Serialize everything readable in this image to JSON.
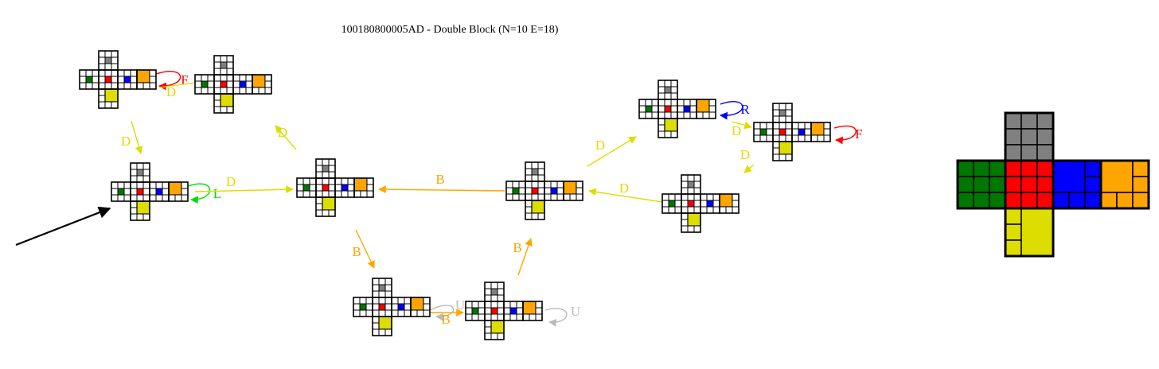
{
  "title": "100180800005AD - Double Block (N=10 E=18)",
  "colors": {
    "gray": "#808080",
    "green": "#007700",
    "red": "#ff0000",
    "blue": "#0000ff",
    "orange": "#ffa500",
    "yellow": "#dddd00",
    "lime": "#00dd00",
    "lightgray": "#bbbbbb",
    "black": "#000000"
  },
  "nodes": [
    {
      "id": "n1",
      "name": "state-node-1"
    },
    {
      "id": "n2",
      "name": "state-node-2"
    },
    {
      "id": "n3",
      "name": "state-node-3-start"
    },
    {
      "id": "n4",
      "name": "state-node-4"
    },
    {
      "id": "n5",
      "name": "state-node-5"
    },
    {
      "id": "n6",
      "name": "state-node-6"
    },
    {
      "id": "n7",
      "name": "state-node-7"
    },
    {
      "id": "n8",
      "name": "state-node-8"
    },
    {
      "id": "n9",
      "name": "state-node-9"
    },
    {
      "id": "n10",
      "name": "state-node-10"
    }
  ],
  "edges": [
    {
      "from": "n1",
      "to": "n1",
      "label": "F",
      "color": "red",
      "loop": true
    },
    {
      "from": "n2",
      "to": "n1",
      "label": "D",
      "color": "yellow"
    },
    {
      "from": "n1",
      "to": "n3",
      "label": "D",
      "color": "yellow"
    },
    {
      "from": "n3",
      "to": "n3",
      "label": "L",
      "color": "lime",
      "loop": true
    },
    {
      "from": "n3",
      "to": "n4",
      "label": "D",
      "color": "yellow"
    },
    {
      "from": "n4",
      "to": "n2",
      "label": "D",
      "color": "yellow"
    },
    {
      "from": "n5",
      "to": "n4",
      "label": "B",
      "color": "orange"
    },
    {
      "from": "n4",
      "to": "n6",
      "label": "B",
      "color": "orange"
    },
    {
      "from": "n6",
      "to": "n6",
      "label": "U",
      "color": "lightgray",
      "loop": true
    },
    {
      "from": "n6",
      "to": "n7",
      "label": "B",
      "color": "orange"
    },
    {
      "from": "n7",
      "to": "n7",
      "label": "U",
      "color": "lightgray",
      "loop": true
    },
    {
      "from": "n7",
      "to": "n5",
      "label": "B",
      "color": "orange"
    },
    {
      "from": "n5",
      "to": "n8",
      "label": "D",
      "color": "yellow"
    },
    {
      "from": "n8",
      "to": "n8",
      "label": "R",
      "color": "blue",
      "loop": true
    },
    {
      "from": "n8",
      "to": "n9",
      "label": "D",
      "color": "yellow"
    },
    {
      "from": "n9",
      "to": "n9",
      "label": "F",
      "color": "red",
      "loop": true
    },
    {
      "from": "n9",
      "to": "n10",
      "label": "D",
      "color": "yellow"
    },
    {
      "from": "n10",
      "to": "n5",
      "label": "D",
      "color": "yellow"
    }
  ],
  "start_arrow": {
    "to": "n3",
    "color": "black"
  },
  "legend": {
    "name": "cube-net-legend"
  }
}
